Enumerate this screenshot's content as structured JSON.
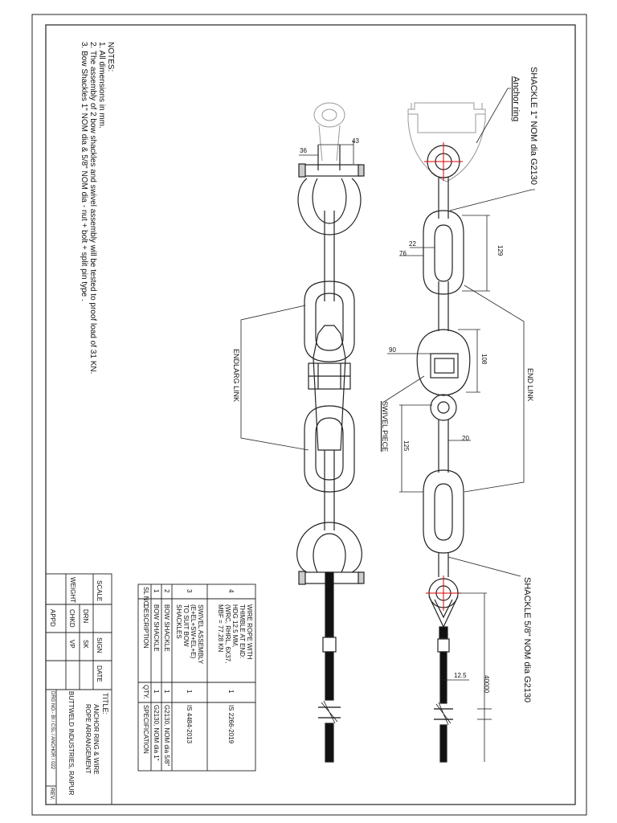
{
  "labels": {
    "shackle_top": "SHACKLE 1\" NOM dia G2130",
    "anchor_ring": "Anchor ring",
    "end_link": "END LINK",
    "swivel_piece": "SWIVEL PIECE",
    "endlarg_link": "ENDLARG LINK",
    "shackle_bottom": "SHACKLE 5/8\" NOM dia G2130"
  },
  "dimensions": {
    "d43": "43",
    "d36": "36",
    "d22": "22",
    "d76": "76",
    "d129": "129",
    "d90": "90",
    "d108": "108",
    "d20": "20",
    "d125": "125",
    "d12_5": "12.5",
    "d40000": "40000"
  },
  "notes": {
    "heading": "NOTES:",
    "items": [
      "1.   All dimensions in mm.",
      "2.   The assembly of 2 bow shackles and swivel assembly will be tested to proof load of 31 KN.",
      "3.   Bow Shackles 1\" NOM dia & 5/8\" NOM dia - nut + bolt + split pin type ."
    ]
  },
  "bom": {
    "headers": [
      "SL NO.",
      "DESCRIPTION",
      "QTY.",
      "SPECIFICATION"
    ],
    "rows": [
      {
        "no": "1",
        "desc": "BOW SHACKLE",
        "qty": "1",
        "spec": "G2130, NOM dia 1\""
      },
      {
        "no": "2",
        "desc": "BOW SHACKLE",
        "qty": "1",
        "spec": "G2130, NOM dia 5/8\""
      },
      {
        "no": "3",
        "desc": [
          "SWIVEL ASSEMBLY",
          "(E+EL+SW+EL+E)",
          "TO SUIT BOW",
          "SHACKLES"
        ],
        "qty": "1",
        "spec": "IS 4484-2013"
      },
      {
        "no": "4",
        "desc": [
          "WIRE ROPE WITH",
          "THIMBLE AT END:",
          "HDG 12.5 MM,",
          "(WRC, RHRL, 6X37,",
          "MBF = 77.28 KN"
        ],
        "qty": "1",
        "spec": "IS 2266-2019"
      }
    ]
  },
  "title_block": {
    "scale": "SCALE",
    "drn": "DRN",
    "sign": "SIGN",
    "date": "DATE",
    "sk": "SK",
    "weight": "WEIGHT",
    "chkd": "CHKD",
    "vp": "VP",
    "appd": "APPD",
    "title_label": "TITLE:",
    "title_line1": "ANCHOR RING & WIRE",
    "title_line2": "ROPE ARRANGEMENT",
    "company": "BUTTWELD INDUSTRIES, RAIPUR",
    "drg_no": "DRG NO.- BI / CSL / ANCHOR / 022",
    "rev": "REV."
  }
}
